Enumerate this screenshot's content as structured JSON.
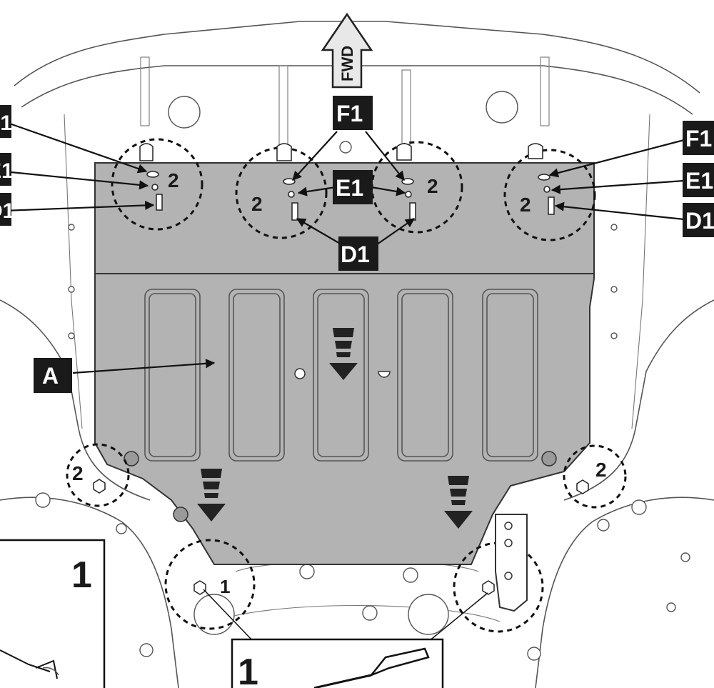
{
  "diagram": {
    "direction_label": "FWD",
    "part_label": "A",
    "fastener_labels": {
      "f1": "F1",
      "e1": "E1",
      "d1": "D1"
    },
    "step_numbers": {
      "one": "1",
      "two": "2"
    },
    "inset_numbers": {
      "left": "1",
      "bottom": "1"
    }
  },
  "colors": {
    "plate": "#b3b3b3",
    "tag_background": "#1a1a1a",
    "line": "#555555"
  }
}
